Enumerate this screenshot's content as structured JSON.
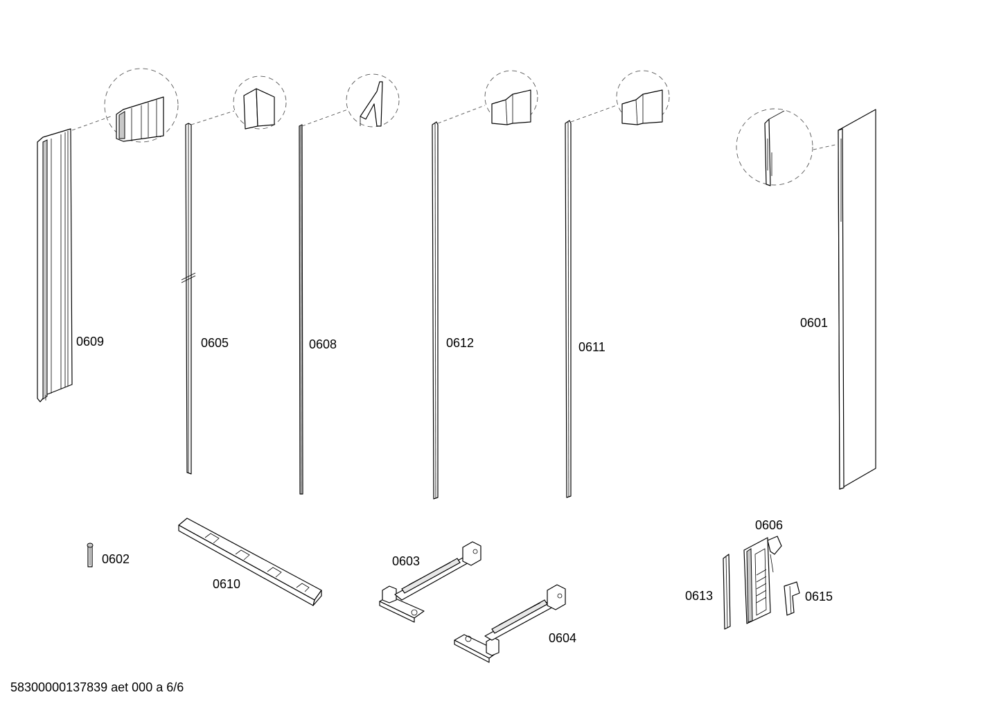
{
  "parts": {
    "p0601": "0601",
    "p0602": "0602",
    "p0603": "0603",
    "p0604": "0604",
    "p0605": "0605",
    "p0606": "0606",
    "p0608": "0608",
    "p0609": "0609",
    "p0610": "0610",
    "p0611": "0611",
    "p0612": "0612",
    "p0613": "0613",
    "p0615": "0615"
  },
  "footer": {
    "document_id": "58300000137839 aet 000 a 6/6"
  }
}
